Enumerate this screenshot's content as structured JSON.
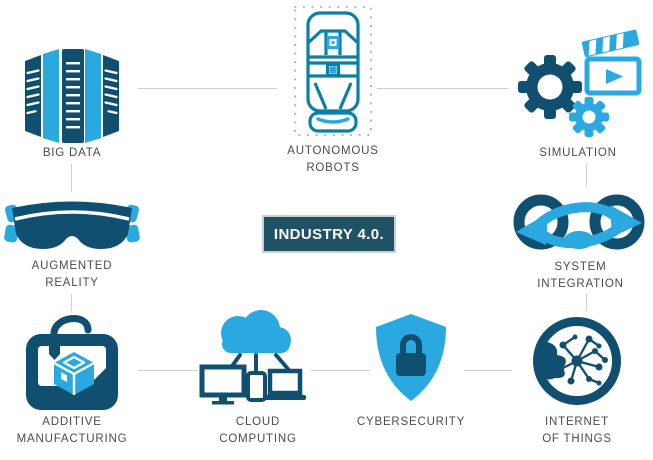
{
  "badge": {
    "label": "INDUSTRY 4.0."
  },
  "colors": {
    "dark_navy": "#114f70",
    "light_blue": "#29a9e0",
    "teal_outline": "#0c7fa6",
    "badge_background": "#1e5264",
    "badge_border": "#c9cfd3",
    "connector_line": "#cfcfcf",
    "label_text": "#4b4b4b"
  },
  "nodes": [
    {
      "id": "big-data",
      "icon": "server-stack-icon",
      "lines": [
        "BIG DATA"
      ]
    },
    {
      "id": "autonomous-robots",
      "icon": "autonomous-car-icon",
      "lines": [
        "AUTONOMOUS",
        "ROBOTS"
      ]
    },
    {
      "id": "simulation",
      "icon": "gears-clapperboard-icon",
      "lines": [
        "SIMULATION"
      ]
    },
    {
      "id": "augmented-reality",
      "icon": "ar-headset-icon",
      "lines": [
        "AUGMENTED",
        "REALITY"
      ]
    },
    {
      "id": "system-integration",
      "icon": "linked-rings-arrows-icon",
      "lines": [
        "SYSTEM",
        "INTEGRATION"
      ]
    },
    {
      "id": "additive-manufacturing",
      "icon": "3d-printer-cube-icon",
      "lines": [
        "ADDITIVE",
        "MANUFACTURING"
      ]
    },
    {
      "id": "cloud-computing",
      "icon": "cloud-devices-icon",
      "lines": [
        "CLOUD",
        "COMPUTING"
      ]
    },
    {
      "id": "cybersecurity",
      "icon": "shield-lock-icon",
      "lines": [
        "CYBERSECURITY"
      ]
    },
    {
      "id": "internet-of-things",
      "icon": "network-globe-icon",
      "lines": [
        "INTERNET",
        "OF THINGS"
      ]
    }
  ]
}
